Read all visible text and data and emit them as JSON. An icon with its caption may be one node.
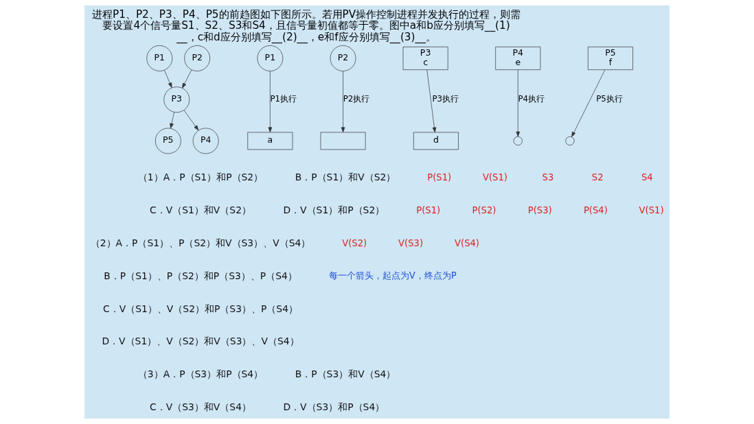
{
  "diagram": {
    "title": "进程P1、P2、P3、P4、P5的前趋图如下图所示。若用PV操作控制进程并发执行的过程，则需要设置4个信号量S1、S2、S3和S4，且信号量初值都等于零。图中a和b应分别填写__(1)__，c和d应分别填写__(2)__，e和f应分别填写__(3)__。",
    "nodes": [
      {
        "text": [
          "P1"
        ]
      },
      {
        "text": [
          "P2"
        ]
      },
      {
        "text": [
          "P3"
        ]
      },
      {
        "text": [
          "P4"
        ]
      },
      {
        "text": [
          "P5"
        ]
      },
      {
        "text": [
          "P1"
        ]
      },
      {
        "text": [
          "a"
        ]
      },
      {
        "text": [
          "P2"
        ]
      },
      {
        "text": [],
        "shape": "box"
      },
      {
        "text": [
          "P3",
          "c"
        ]
      },
      {
        "text": [
          "d"
        ]
      },
      {
        "text": [
          "P4",
          "e"
        ]
      },
      {
        "text": [],
        "shape": "circle"
      },
      {
        "text": [
          "P5",
          "f"
        ]
      },
      {
        "text": [],
        "shape": "circle"
      }
    ],
    "edges": [
      {
        "from": 0,
        "to": 2,
        "arrow": "to"
      },
      {
        "from": 1,
        "to": 2,
        "arrow": "to"
      },
      {
        "from": 2,
        "to": 3,
        "arrow": "to"
      },
      {
        "from": 2,
        "to": 4,
        "arrow": "to"
      },
      {
        "from": 5,
        "to": 6,
        "arrow": "to",
        "label": "P1执行"
      },
      {
        "from": 7,
        "to": 8,
        "arrow": "to",
        "label": "P2执行"
      },
      {
        "from": 9,
        "to": 10,
        "arrow": "to",
        "label": "P3执行"
      },
      {
        "from": 11,
        "to": 12,
        "arrow": "to",
        "label": "P4执行"
      },
      {
        "from": 13,
        "to": 14,
        "arrow": "to",
        "label": "P5执行"
      }
    ],
    "labels": [
      "（1）A．P（S1）和P（S2）",
      "B．P（S1）和V（S2）",
      "C．V（S1）和V（S2）",
      "D．V（S1）和P（S2）",
      "（2）A．P（S1）、P（S2）和V（S3）、V（S4）",
      "B．P（S1）、P（S2）和P（S3）、P（S4）",
      "C．V（S1）、V（S2）和P（S3）、P（S4）",
      "D．V（S1）、V（S2）和V（S3）、V（S4）",
      "（3）A．P（S3）和P（S4）",
      "B．P（S3）和V（S4）",
      "C．V（S3）和V（S4）",
      "D．V（S3）和P（S4）",
      "P(S1)",
      "V(S1)",
      "S3",
      "S2",
      "S4",
      "P(S1)",
      "P(S2)",
      "P(S3)",
      "P(S4)",
      "V(S1)",
      "V(S2)",
      "V(S3)",
      "V(S4)",
      "每一个箭头，起点为V，终点为P"
    ]
  }
}
